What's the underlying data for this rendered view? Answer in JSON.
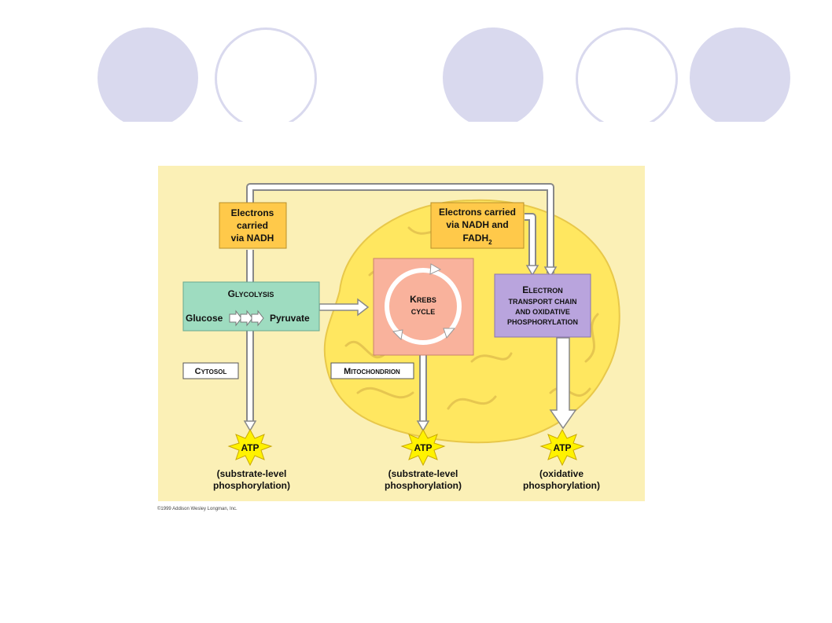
{
  "diagram": {
    "electrons_nadh": [
      "Electrons",
      "carried",
      "via NADH"
    ],
    "electrons_nadh_fadh2": [
      "Electrons carried",
      "via NADH and"
    ],
    "fadh2_base": "FADH",
    "fadh2_sub": "2",
    "glycolysis": {
      "first": "G",
      "rest": "LYCOLYSIS"
    },
    "glucose": "Glucose",
    "pyruvate": "Pyruvate",
    "krebs": {
      "first": "K",
      "rest": "REBS",
      "line2": "CYCLE"
    },
    "etc": {
      "first": "E",
      "rest": "LECTRON",
      "line2": "TRANSPORT CHAIN",
      "line3": "AND OXIDATIVE",
      "line4": "PHOSPHORYLATION"
    },
    "cytosol": {
      "first": "C",
      "rest": "YTOSOL"
    },
    "mitochondrion": {
      "first": "M",
      "rest": "ITOCHONDRION"
    },
    "atp_label": "ATP",
    "atp1_caption": [
      "(substrate-level",
      "phosphorylation)"
    ],
    "atp2_caption": [
      "(substrate-level",
      "phosphorylation)"
    ],
    "atp3_caption": [
      "(oxidative",
      "phosphorylation)"
    ],
    "copyright": "©1999 Addison Wesley Longman, Inc."
  },
  "colors": {
    "background_panel": "#fbf0b6",
    "mitochondrion": "#ffe760",
    "electron_box": "#ffc94a",
    "glycolysis_box": "#9edcc0",
    "krebs_box": "#f9b29c",
    "etc_box": "#b9a4dd",
    "atp_star": "#fff200",
    "decor_circle": "#d9d9ee"
  }
}
